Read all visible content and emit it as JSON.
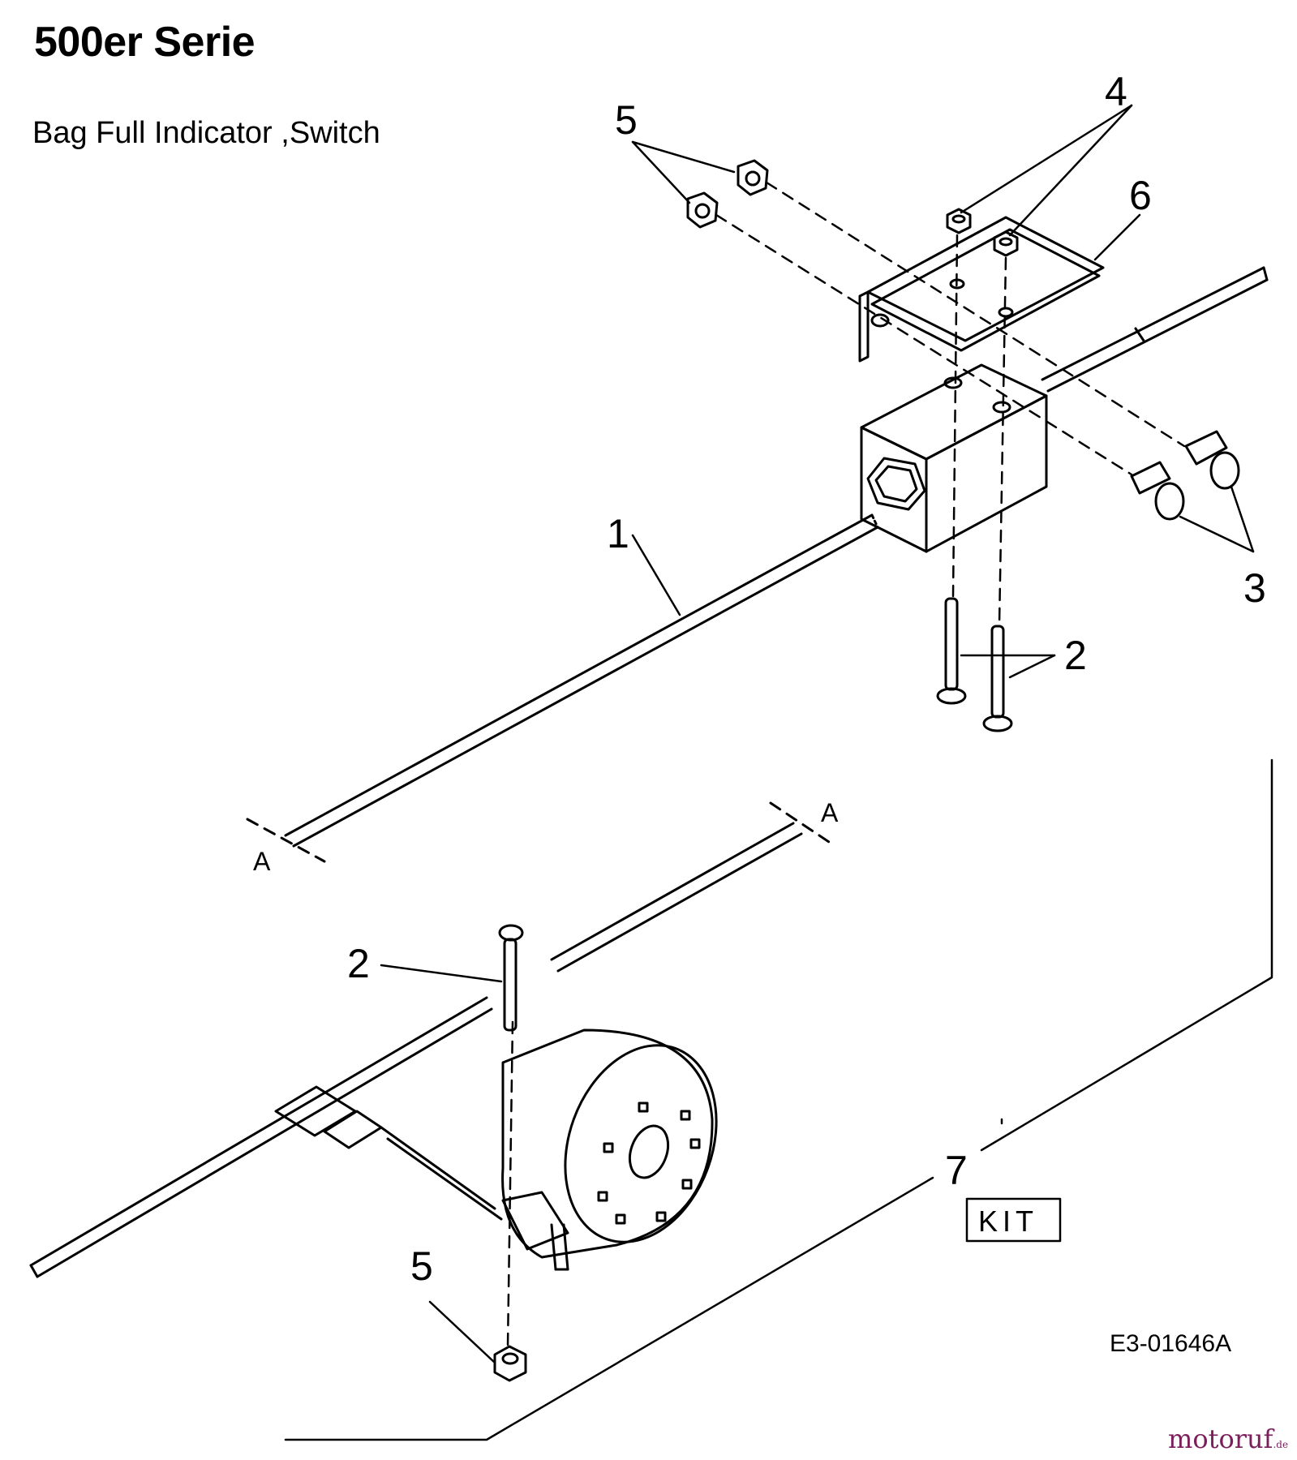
{
  "header": {
    "title": "500er Serie",
    "subtitle": "Bag Full Indicator ,Switch"
  },
  "callouts": {
    "c1": "1",
    "c2a": "2",
    "c2b": "2",
    "c3": "3",
    "c4": "4",
    "c5a": "5",
    "c5b": "5",
    "c6": "6",
    "c7": "7"
  },
  "section_marks": {
    "left": "A",
    "right": "A"
  },
  "kit_label": "KIT",
  "drawing_code": "E3-01646A",
  "logo": {
    "name": "motoruf",
    "suffix": ".de"
  }
}
